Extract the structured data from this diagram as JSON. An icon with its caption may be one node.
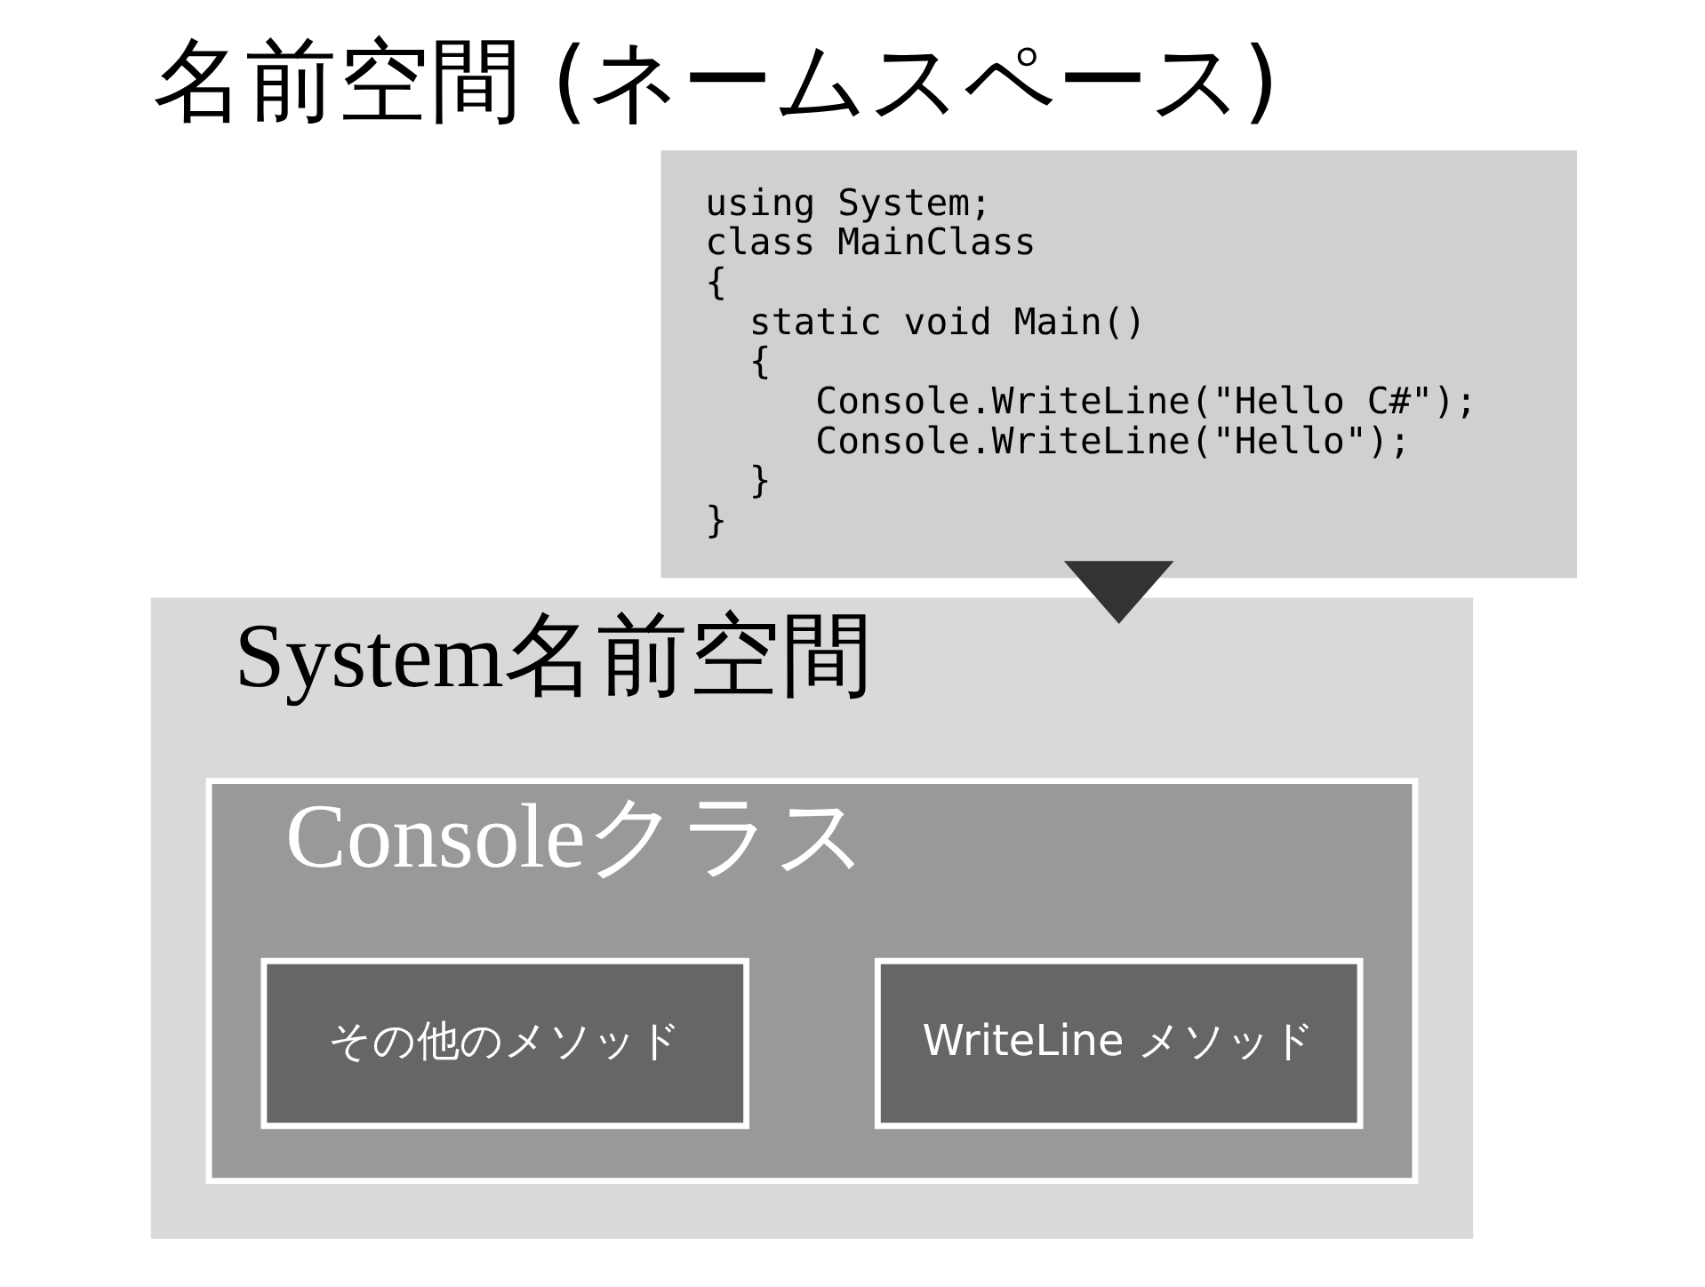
{
  "diagram": {
    "title": "名前空間 (ネームスペース)",
    "nodes": [
      {
        "text": [
          "using System;",
          "class MainClass",
          "{",
          "static void Main()",
          "{",
          "Console.WriteLine(\"Hello C#\");",
          "Console.WriteLine(\"Hello\");",
          "}",
          "}"
        ]
      },
      {
        "text": [
          "System名前空間"
        ]
      },
      {
        "text": [
          "Consoleクラス"
        ],
        "in": 1
      },
      {
        "text": [
          "WriteLine メソッド"
        ],
        "in": 2
      },
      {
        "text": [
          "その他のメソッド"
        ],
        "in": 2
      }
    ],
    "edges": [
      {
        "from": 0,
        "to": 1,
        "arrow": "to",
        "style": "thick"
      }
    ]
  }
}
